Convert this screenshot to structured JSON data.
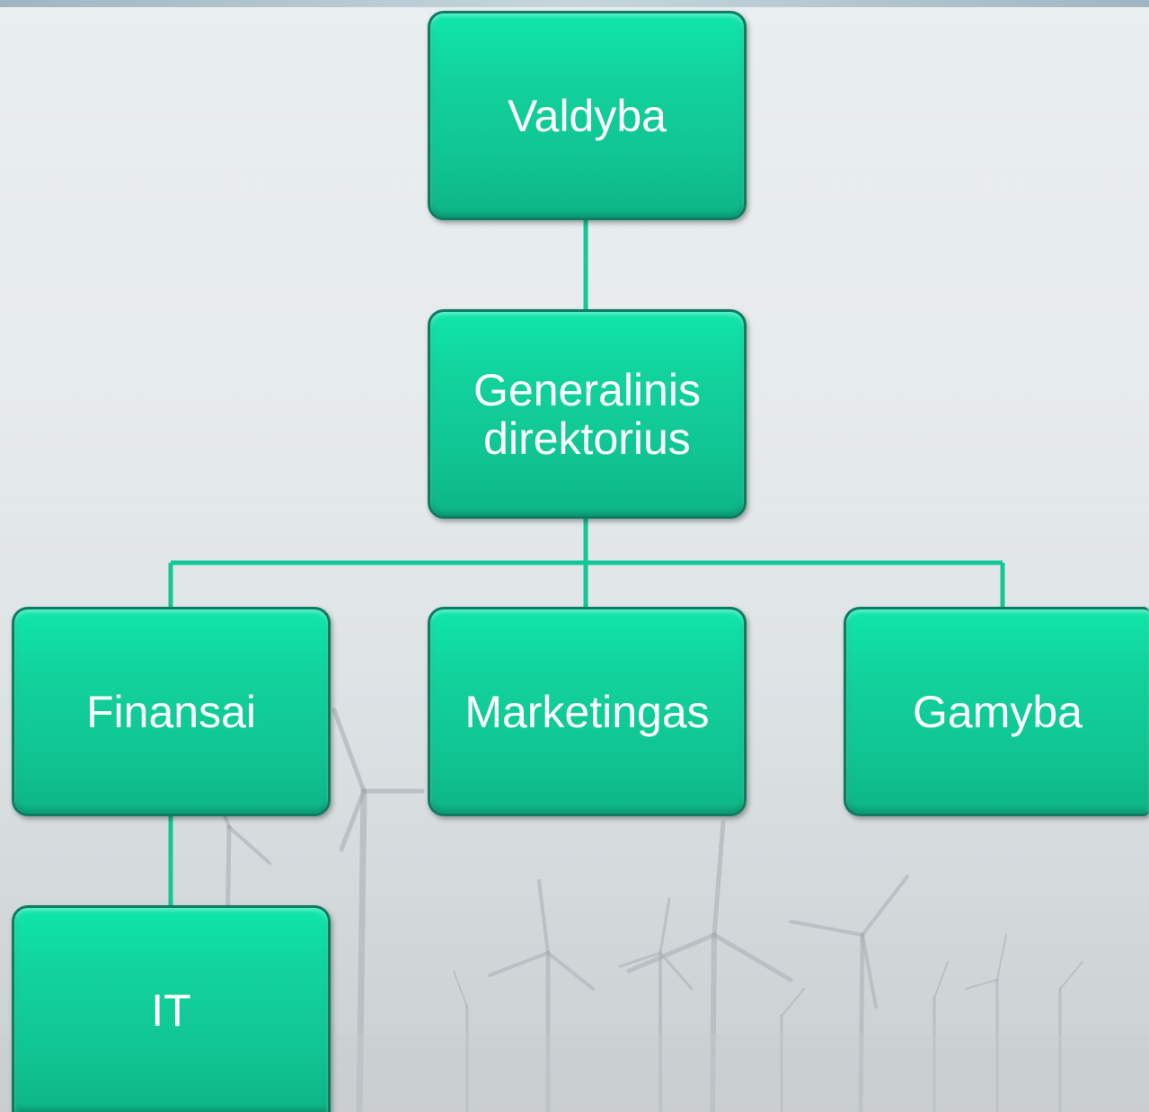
{
  "org_chart": {
    "board": {
      "label": "Valdyba"
    },
    "ceo": {
      "label": "Generalinis direktorius"
    },
    "departments": [
      {
        "label": "Finansai"
      },
      {
        "label": "Marketingas"
      },
      {
        "label": "Gamyba"
      }
    ],
    "sub_unit": {
      "label": "IT"
    }
  },
  "colors": {
    "node_fill": "#12d39d",
    "node_border": "#0b7d63",
    "connector": "#13c896",
    "text": "#ffffff"
  }
}
